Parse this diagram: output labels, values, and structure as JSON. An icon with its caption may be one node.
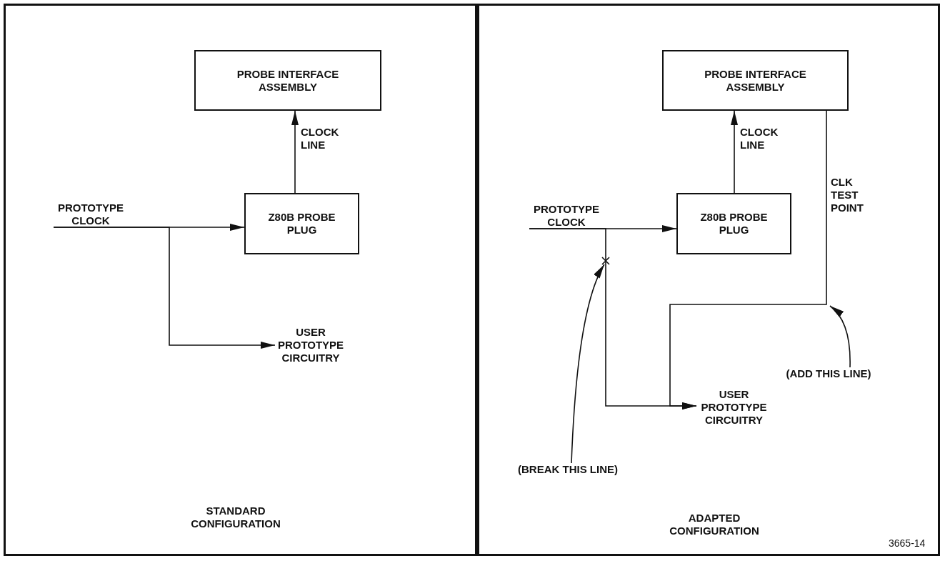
{
  "diagram": {
    "nodes": [
      {
        "text": [
          "STANDARD CONFIGURATION"
        ]
      },
      {
        "text": [
          "PROBE INTERFACE ASSEMBLY"
        ],
        "in": 0
      },
      {
        "text": [
          "Z80B PROBE PLUG"
        ],
        "in": 0
      },
      {
        "text": [
          "PROTOTYPE CLOCK"
        ],
        "in": 0
      },
      {
        "text": [
          "USER PROTOTYPE CIRCUITRY"
        ],
        "in": 0
      },
      {
        "text": [
          "ADAPTED CONFIGURATION"
        ]
      },
      {
        "text": [
          "PROBE INTERFACE ASSEMBLY"
        ],
        "in": 5
      },
      {
        "text": [
          "Z80B PROBE PLUG"
        ],
        "in": 5
      },
      {
        "text": [
          "PROTOTYPE CLOCK"
        ],
        "in": 5
      },
      {
        "text": [
          "USER PROTOTYPE CIRCUITRY"
        ],
        "in": 5
      },
      {
        "text": [
          "(BREAK THIS LINE)"
        ],
        "in": 5
      },
      {
        "text": [
          "(ADD THIS LINE)"
        ],
        "in": 5
      }
    ],
    "edges": [
      {
        "from": 3,
        "to": 2,
        "arrow": "to"
      },
      {
        "from": 3,
        "to": 4,
        "arrow": "to"
      },
      {
        "from": 2,
        "to": 1,
        "arrow": "to",
        "label": "CLOCK LINE"
      },
      {
        "from": 8,
        "to": 7,
        "arrow": "to"
      },
      {
        "from": 8,
        "to": 9,
        "arrow": "to"
      },
      {
        "from": 7,
        "to": 6,
        "arrow": "to",
        "label": "CLOCK LINE"
      },
      {
        "from": 6,
        "to": 9,
        "arrow": "to",
        "label": "CLK TEST POINT"
      },
      {
        "from": 10,
        "to": null,
        "arrow": "to"
      },
      {
        "from": 11,
        "to": null,
        "arrow": "to"
      }
    ],
    "labels": [
      "3665-14"
    ]
  }
}
